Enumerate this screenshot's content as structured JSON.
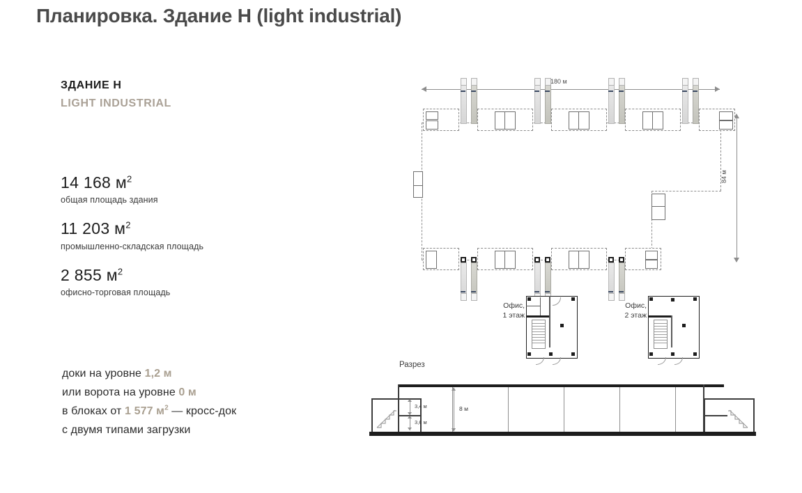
{
  "title": "Планировка. Здание H (light industrial)",
  "building": {
    "name": "ЗДАНИЕ H",
    "subtitle": "LIGHT INDUSTRIAL"
  },
  "stats": [
    {
      "value": "14 168 м",
      "unit": "2",
      "label": "общая площадь здания"
    },
    {
      "value": "11 203 м",
      "unit": "2",
      "label": "промышленно-складская площадь"
    },
    {
      "value": "2 855 м",
      "unit": "2",
      "label": "офисно-торговая площадь"
    }
  ],
  "notes": {
    "line1_a": "доки на уровне ",
    "line1_b": "1,2 м",
    "line2_a": "или ворота на уровне ",
    "line2_b": "0 м",
    "line3_a": "в блоках от ",
    "line3_b": "1 577 м",
    "line3_sup": "2",
    "line3_c": " — кросс-док",
    "line4": "с двумя типами загрузки"
  },
  "plan": {
    "width_label": "180 м",
    "height_label": "84 м"
  },
  "offices": [
    {
      "line1": "Офис,",
      "line2": "1 этаж"
    },
    {
      "line1": "Офис,",
      "line2": "2 этаж"
    }
  ],
  "section": {
    "label": "Разрез",
    "dim_upper": "3,4 м",
    "dim_lower": "3,6 м",
    "dim_total": "8 м"
  },
  "colors": {
    "accent": "#a99f90",
    "title": "#4a4a4a",
    "ink": "#1d1d1d"
  }
}
